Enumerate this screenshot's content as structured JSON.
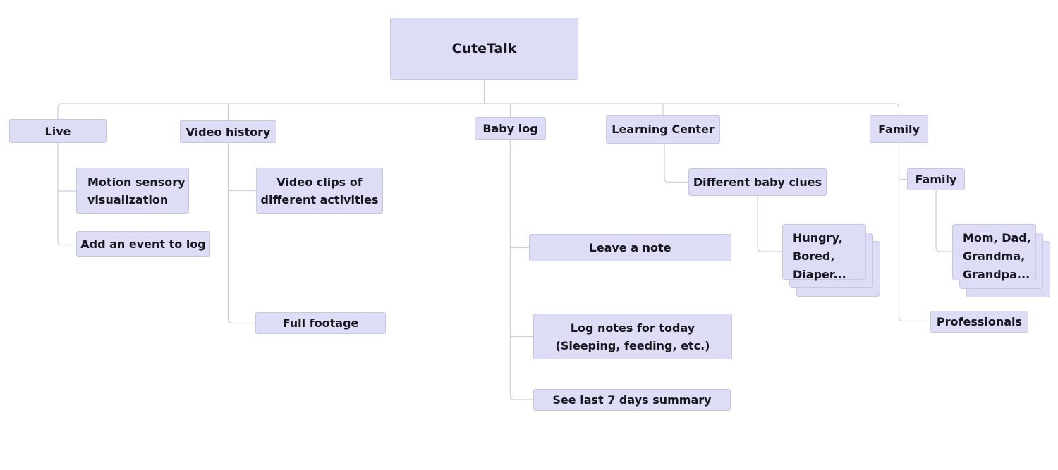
{
  "diagram_title": "CuteTalk",
  "colors": {
    "background": "#ffffff",
    "node_fill": "#deddf6",
    "node_border": "#c7c6e9",
    "connector": "#cecede",
    "text": "#17171f"
  },
  "nodes": {
    "cutetalk": {
      "label": "CuteTalk"
    },
    "live": {
      "label": "Live"
    },
    "motion_sensory": {
      "lines": [
        "Motion sensory",
        "visualization"
      ]
    },
    "add_event": {
      "label": "Add an event to log"
    },
    "video_history": {
      "label": "Video history"
    },
    "video_clips": {
      "lines": [
        "Video clips of",
        "different activities"
      ]
    },
    "full_footage": {
      "label": "Full footage"
    },
    "baby_log": {
      "label": "Baby log"
    },
    "leave_note": {
      "label": "Leave a note"
    },
    "log_notes": {
      "lines": [
        "Log notes for today",
        "(Sleeping, feeding, etc.)"
      ]
    },
    "see_summary": {
      "label": "See last 7 days summary"
    },
    "learning_center": {
      "label": "Learning Center"
    },
    "different_clues": {
      "label": "Different baby clues"
    },
    "clues_stack": {
      "lines": [
        "Hungry,",
        "Bored,",
        "Diaper..."
      ]
    },
    "family": {
      "label": "Family"
    },
    "family_child": {
      "label": "Family"
    },
    "mom_stack": {
      "lines": [
        "Mom, Dad,",
        "Grandma,",
        "Grandpa..."
      ]
    },
    "professionals": {
      "label": "Professionals"
    }
  },
  "hierarchy": {
    "root": "CuteTalk",
    "children": [
      {
        "label": "Live",
        "children": [
          "Motion sensory visualization",
          "Add an event to log"
        ]
      },
      {
        "label": "Video history",
        "children": [
          "Video clips of different activities",
          "Full footage"
        ]
      },
      {
        "label": "Baby log",
        "children": [
          "Leave a note",
          "Log notes for today (Sleeping, feeding, etc.)",
          "See last 7 days summary"
        ]
      },
      {
        "label": "Learning Center",
        "children": [
          {
            "label": "Different baby clues",
            "children": [
              "Hungry, Bored, Diaper..."
            ]
          }
        ]
      },
      {
        "label": "Family",
        "children": [
          {
            "label": "Family",
            "children": [
              "Mom, Dad, Grandma, Grandpa..."
            ]
          },
          "Professionals"
        ]
      }
    ]
  }
}
